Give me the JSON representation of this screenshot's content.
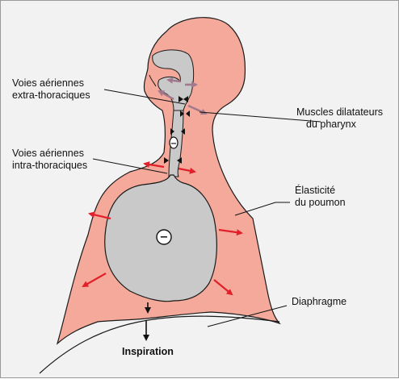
{
  "labels": {
    "upper_airways": [
      "Voies aériennes",
      "extra-thoraciques"
    ],
    "lower_airways": [
      "Voies aériennes",
      "intra-thoraciques"
    ],
    "muscles": [
      "Muscles dilatateurs",
      "du pharynx"
    ],
    "elasticity": [
      "Élasticité",
      "du poumon"
    ],
    "diaphragm": "Diaphragme",
    "inspiration": "Inspiration"
  },
  "symbols": {
    "airway_pressure": "−",
    "lung_pressure": "−"
  },
  "colors": {
    "skin": "#f5a99a",
    "lung": "#c9c9c9",
    "arrow_red": "#e0202a",
    "arrow_mauve": "#a2788c",
    "outline": "#1a1a1a"
  }
}
